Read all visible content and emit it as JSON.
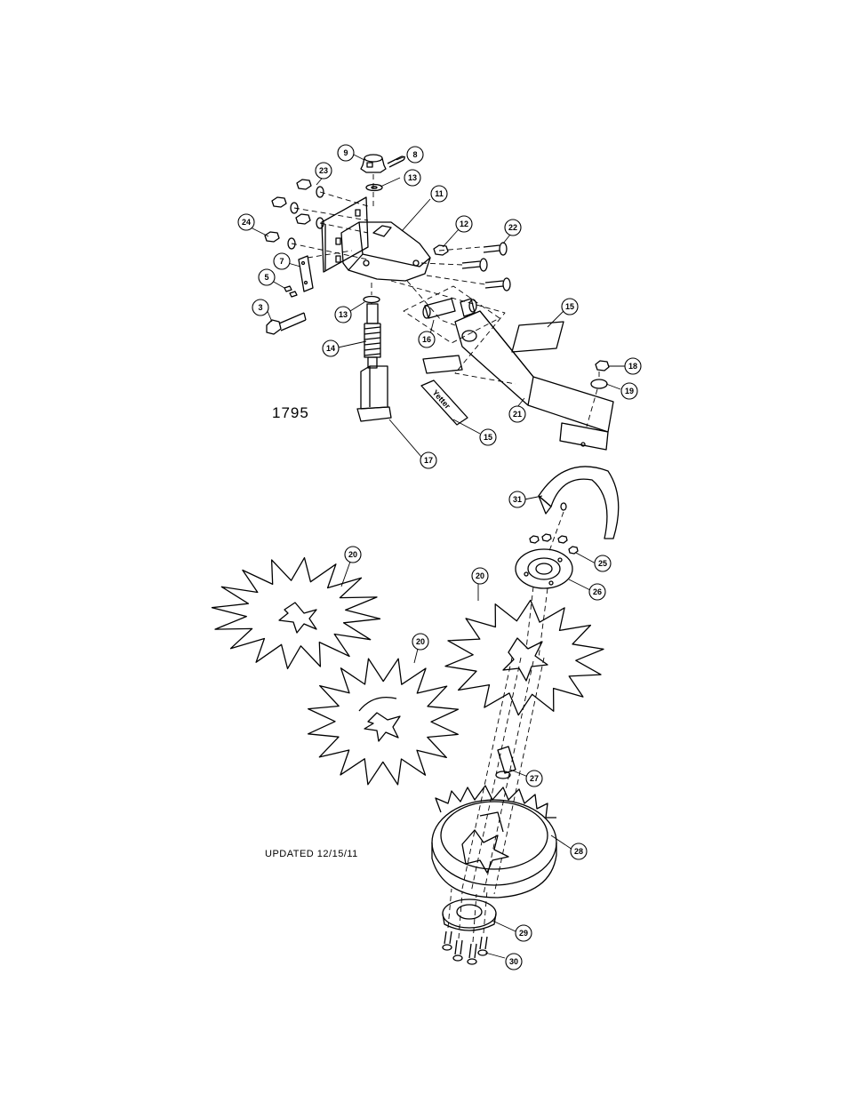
{
  "drawing": {
    "model_number": "1795",
    "updated_note": "UPDATED 12/15/11",
    "decal_text": "Yetter",
    "callouts": [
      "9",
      "8",
      "23",
      "13",
      "11",
      "12",
      "22",
      "24",
      "7",
      "5",
      "3",
      "13",
      "16",
      "15",
      "14",
      "18",
      "19",
      "21",
      "15",
      "17",
      "31",
      "20",
      "25",
      "26",
      "20",
      "20",
      "27",
      "28",
      "29",
      "30"
    ]
  },
  "colors": {
    "line": "#000000",
    "paper": "#ffffff"
  }
}
